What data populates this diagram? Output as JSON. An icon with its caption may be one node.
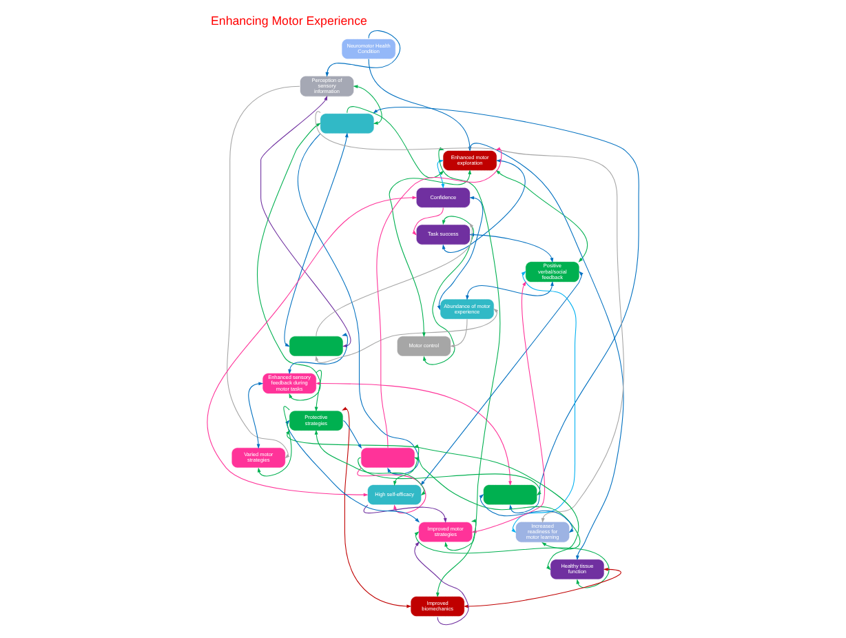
{
  "diagram": {
    "title": "Enhancing Motor Experience",
    "nodes": [
      {
        "text": [
          "Neuromotor Health Condition"
        ]
      },
      {
        "text": [
          "Perception of sensory information"
        ]
      },
      {
        "text": [
          "Motor control"
        ]
      },
      {
        "text": [
          "Task success"
        ]
      },
      {
        "text": [
          "Enhanced sensory feedback during motor tasks"
        ]
      },
      {
        "text": [],
        "shape": "box"
      },
      {
        "text": [
          "Abundance of motor experience"
        ]
      },
      {
        "text": [
          "Enhanced motor exploration"
        ]
      },
      {
        "text": [
          "Confidence"
        ]
      },
      {
        "text": [],
        "shape": "box"
      },
      {
        "text": [
          "Positive verbal/social feedback"
        ]
      },
      {
        "text": [],
        "shape": "box"
      },
      {
        "text": [],
        "shape": "box"
      },
      {
        "text": [
          "Improved motor strategies"
        ]
      },
      {
        "text": [
          "High self-efficacy"
        ]
      },
      {
        "text": [
          "Healthy tissue function"
        ]
      },
      {
        "text": [
          "Increased readiness for motor learning"
        ]
      },
      {
        "text": [
          "Improved biomechanics"
        ]
      },
      {
        "text": [
          "Protective strategies"
        ]
      },
      {
        "text": [
          "Varied motor strategies"
        ]
      }
    ],
    "edges": [
      {
        "from": 0,
        "to": 1,
        "arrow": "to",
        "color": "#0070c0"
      },
      {
        "from": 0,
        "to": 7,
        "arrow": "to",
        "color": "#0070c0"
      },
      {
        "from": 7,
        "to": 2,
        "arrow": "both",
        "color": "#00b050"
      },
      {
        "from": 3,
        "to": 2,
        "arrow": "both",
        "color": "#00b050"
      },
      {
        "from": 3,
        "to": 7,
        "arrow": "both",
        "color": "#0070c0"
      },
      {
        "from": 3,
        "to": 10,
        "arrow": "both",
        "color": "#0070c0"
      },
      {
        "from": 10,
        "to": 6,
        "arrow": "both",
        "color": "#0070c0"
      },
      {
        "from": 7,
        "to": 8,
        "arrow": "both",
        "color": "#00b0f0"
      },
      {
        "from": 8,
        "to": 3,
        "arrow": "to",
        "color": "#ff3399"
      },
      {
        "from": 11,
        "to": 7,
        "arrow": "to",
        "color": "#ff3399"
      },
      {
        "from": 9,
        "to": 7,
        "arrow": "to",
        "color": "#00b050"
      },
      {
        "from": 6,
        "to": 2,
        "arrow": "to",
        "color": "#a6a6a6"
      },
      {
        "from": 5,
        "to": 3,
        "arrow": "to",
        "color": "#a6a6a6"
      },
      {
        "from": 6,
        "to": 5,
        "arrow": "both",
        "color": "#a6a6a6"
      },
      {
        "from": 6,
        "to": 8,
        "arrow": "both",
        "color": "#0070c0"
      },
      {
        "from": 5,
        "to": 1,
        "arrow": "both",
        "color": "#7030a0"
      },
      {
        "from": 5,
        "to": 9,
        "arrow": "both",
        "color": "#0070c0"
      },
      {
        "from": 5,
        "to": 4,
        "arrow": "both",
        "color": "#0070c0"
      },
      {
        "from": 1,
        "to": 9,
        "arrow": "both",
        "color": "#00b050"
      },
      {
        "from": 4,
        "to": 9,
        "arrow": "both",
        "color": "#00b050"
      },
      {
        "from": 4,
        "to": 12,
        "arrow": "both",
        "color": "#ff3399"
      },
      {
        "from": 4,
        "to": 19,
        "arrow": "both",
        "color": "#0070c0"
      },
      {
        "from": 4,
        "to": 18,
        "arrow": "to",
        "color": "#00b050"
      },
      {
        "from": 9,
        "to": 12,
        "arrow": "both",
        "color": "#0070c0"
      },
      {
        "from": 9,
        "to": 11,
        "arrow": "to",
        "color": "#0070c0"
      },
      {
        "from": 9,
        "to": 16,
        "arrow": "to",
        "color": "#a6a6a6"
      },
      {
        "from": 11,
        "to": 16,
        "arrow": "both",
        "color": "#00b050"
      },
      {
        "from": 11,
        "to": 12,
        "arrow": "to",
        "color": "#00b050"
      },
      {
        "from": 12,
        "to": 16,
        "arrow": "both",
        "color": "#0070c0"
      },
      {
        "from": 14,
        "to": 11,
        "arrow": "both",
        "color": "#00b050"
      },
      {
        "from": 11,
        "to": 14,
        "arrow": "to",
        "color": "#ff3399"
      },
      {
        "from": 18,
        "to": 14,
        "arrow": "both",
        "color": "#00b050"
      },
      {
        "from": 18,
        "to": 11,
        "arrow": "to",
        "color": "#0070c0"
      },
      {
        "from": 8,
        "to": 14,
        "arrow": "both",
        "color": "#ff3399"
      },
      {
        "from": 10,
        "to": 14,
        "arrow": "both",
        "color": "#0070c0"
      },
      {
        "from": 14,
        "to": 13,
        "arrow": "to",
        "color": "#7030a0"
      },
      {
        "from": 10,
        "to": 16,
        "arrow": "both",
        "color": "#00b0f0"
      },
      {
        "from": 7,
        "to": 13,
        "arrow": "both",
        "color": "#00b050"
      },
      {
        "from": 7,
        "to": 10,
        "arrow": "both",
        "color": "#00b050"
      },
      {
        "from": 13,
        "to": 10,
        "arrow": "both",
        "color": "#ff3399"
      },
      {
        "from": 7,
        "to": 15,
        "arrow": "to",
        "color": "#0070c0"
      },
      {
        "from": 13,
        "to": 15,
        "arrow": "both",
        "color": "#00b050"
      },
      {
        "from": 13,
        "to": 17,
        "arrow": "both",
        "color": "#00b050"
      },
      {
        "from": 17,
        "to": 13,
        "arrow": "to",
        "color": "#7030a0"
      },
      {
        "from": 18,
        "to": 13,
        "arrow": "both",
        "color": "#0070c0"
      },
      {
        "from": 15,
        "to": 17,
        "arrow": "both",
        "color": "#c00000"
      },
      {
        "from": 17,
        "to": 18,
        "arrow": "both",
        "color": "#c00000"
      },
      {
        "from": 15,
        "to": 18,
        "arrow": "both",
        "color": "#00b050"
      },
      {
        "from": 18,
        "to": 19,
        "arrow": "to",
        "color": "#00b050"
      },
      {
        "from": 1,
        "to": 19,
        "arrow": "to",
        "color": "#a6a6a6"
      }
    ]
  }
}
